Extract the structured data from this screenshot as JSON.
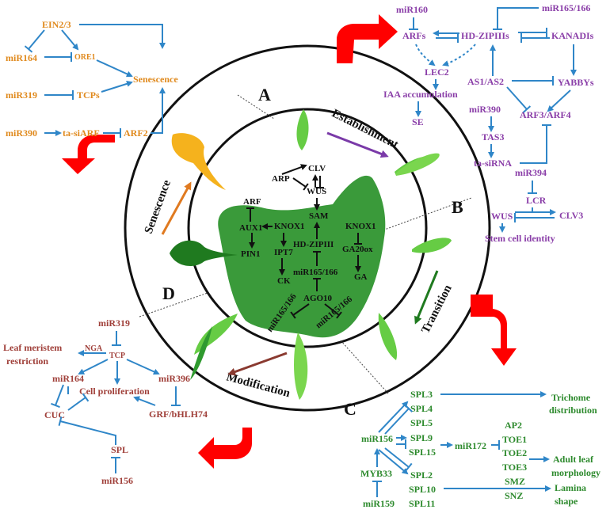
{
  "stages": {
    "A": "A",
    "B": "B",
    "C": "C",
    "D": "D",
    "establishment": "Establishment",
    "transition": "Transition",
    "modification": "Modification",
    "senescence": "Senescence"
  },
  "panel_A": {
    "miR160": "miR160",
    "miR165_166": "miR165/166",
    "ARFs": "ARFs",
    "HD_ZIPIIIs": "HD-ZIPIIIs",
    "KANADIs": "KANADIs",
    "LEC2": "LEC2",
    "IAA": "IAA accumulation",
    "SE": "SE",
    "AS1_AS2": "AS1/AS2",
    "YABBYs": "YABBYs",
    "miR390": "miR390",
    "ARF3_ARF4": "ARF3/ARF4",
    "TAS3": "TAS3",
    "ta_siRNA": "ta-siRNA"
  },
  "panel_B": {
    "miR394": "miR394",
    "LCR": "LCR",
    "WUS": "WUS",
    "CLV3": "CLV3",
    "stem": "Stem cell identity"
  },
  "panel_C": {
    "SPL3": "SPL3",
    "SPL4": "SPL4",
    "SPL5": "SPL5",
    "SPL9": "SPL9",
    "SPL15": "SPL15",
    "SPL2": "SPL2",
    "SPL10": "SPL10",
    "SPL11": "SPL11",
    "miR156": "miR156",
    "miR172": "miR172",
    "MYB33": "MYB33",
    "miR159": "miR159",
    "AP2": "AP2",
    "TOE1": "TOE1",
    "TOE2": "TOE2",
    "TOE3": "TOE3",
    "SMZ": "SMZ",
    "SNZ": "SNZ",
    "trichome1": "Trichome",
    "trichome2": "distribution",
    "adult1": "Adult leaf",
    "adult2": "morphology",
    "lamina1": "Lamina",
    "lamina2": "shape"
  },
  "panel_D": {
    "miR319": "miR319",
    "TCP": "TCP",
    "NGA": "NGA",
    "leafmer1": "Leaf meristem",
    "leafmer2": "restriction",
    "miR164": "miR164",
    "miR396": "miR396",
    "cellprolif": "Cell proliferation",
    "CUC": "CUC",
    "GRF": "GRF/bHLH74",
    "SPL": "SPL",
    "miR156": "miR156"
  },
  "panel_sen": {
    "EIN2_3": "EIN2/3",
    "miR164": "miR164",
    "ORE1": "ORE1",
    "miR319": "miR319",
    "TCPs": "TCPs",
    "senescence": "Senescence",
    "miR390": "miR390",
    "ta_siARF": "ta-siARF",
    "ARF2": "ARF2"
  },
  "center": {
    "CLV": "CLV",
    "ARP": "ARP",
    "WUS": "WUS",
    "ARF": "ARF",
    "SAM": "SAM",
    "AUX1": "AUX1",
    "KNOX1a": "KNOX1",
    "KNOX1b": "KNOX1",
    "PIN1": "PIN1",
    "IPT7": "IPT7",
    "HDZIPIII": "HD-ZIPIII",
    "GA20ox": "GA20ox",
    "CK": "CK",
    "miR165": "miR165/166",
    "GA": "GA",
    "AGO10": "AGO10",
    "miR165L": "miR165/166",
    "miR165R": "miR165/166"
  },
  "colors": {
    "orange": "#e08a1e",
    "purple": "#8a3ea8",
    "brown": "#a0403a",
    "green": "#2d8a2d",
    "blue": "#2f86c8",
    "red": "#ff0000",
    "leaf_light": "#66cc44",
    "leaf_dark": "#1f7a1f",
    "leaf_yellow": "#f5b21d",
    "meristem": "#3a9a3a"
  }
}
